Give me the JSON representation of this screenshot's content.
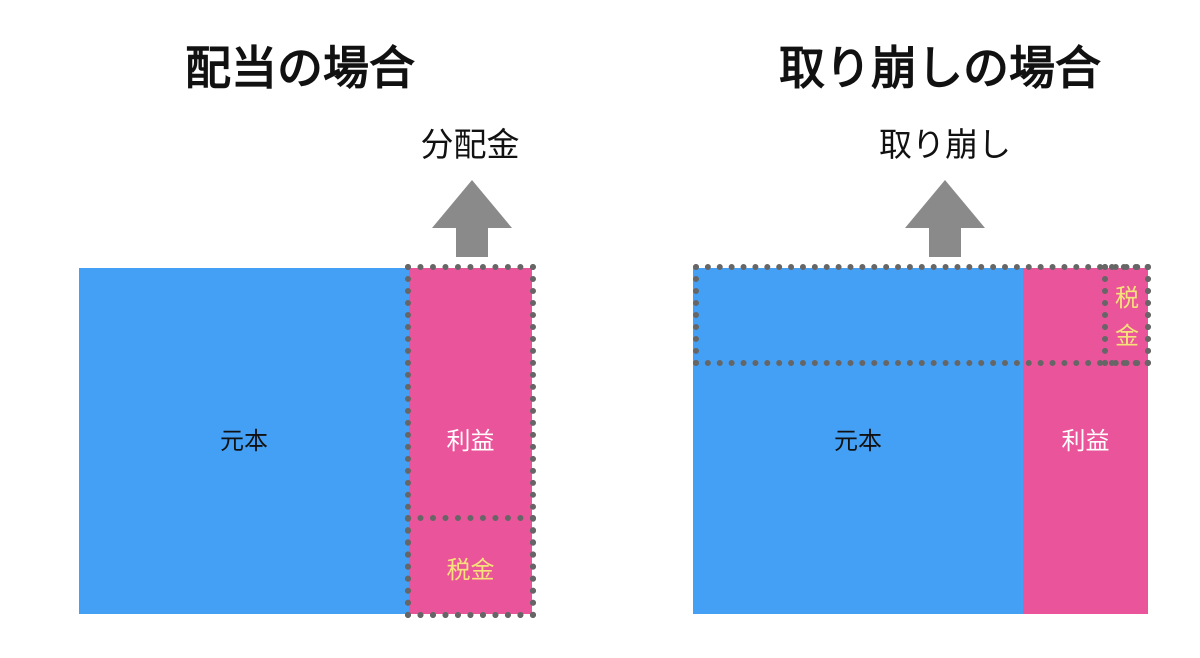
{
  "colors": {
    "principal": "#44a0f5",
    "profit": "#ea549a",
    "tax_text": "#f5e27a",
    "arrow": "#8a8a8a",
    "dashed": "#666666"
  },
  "left": {
    "title": "配当の場合",
    "flow_label": "分配金",
    "principal_label": "元本",
    "profit_label": "利益",
    "tax_label": "税金"
  },
  "right": {
    "title": "取り崩しの場合",
    "flow_label": "取り崩し",
    "principal_label": "元本",
    "profit_label": "利益",
    "tax_label_line1": "税",
    "tax_label_line2": "金"
  },
  "icons": [
    "up-arrow-icon"
  ]
}
